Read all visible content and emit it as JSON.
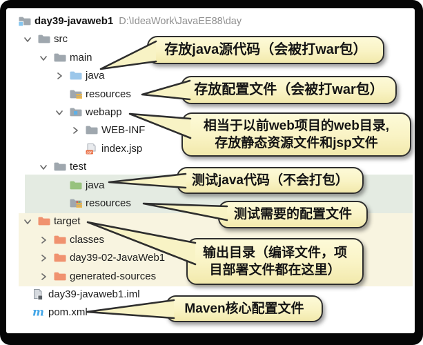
{
  "window": {
    "project_name": "day39-javaweb1",
    "project_path": "D:\\IdeaWork\\JavaEE88\\day"
  },
  "tree": {
    "items": [
      {
        "id": "project-root",
        "label": "day39-javaweb1",
        "path": "D:\\IdeaWork\\JavaEE88\\day",
        "icon": "project-folder-icon",
        "indent": 0,
        "chevron": "none",
        "bold": true,
        "highlight": null
      },
      {
        "id": "src",
        "label": "src",
        "icon": "folder-icon",
        "indent": 1,
        "chevron": "expanded",
        "highlight": null
      },
      {
        "id": "main",
        "label": "main",
        "icon": "folder-icon",
        "indent": 2,
        "chevron": "expanded",
        "highlight": null
      },
      {
        "id": "java-main",
        "label": "java",
        "icon": "sources-folder-icon",
        "indent": 3,
        "chevron": "collapsed",
        "highlight": null
      },
      {
        "id": "resources-main",
        "label": "resources",
        "icon": "resources-folder-icon",
        "indent": 3,
        "chevron": "none",
        "highlight": null
      },
      {
        "id": "webapp",
        "label": "webapp",
        "icon": "webapp-folder-icon",
        "indent": 3,
        "chevron": "expanded",
        "highlight": null
      },
      {
        "id": "web-inf",
        "label": "WEB-INF",
        "icon": "folder-icon",
        "indent": 4,
        "chevron": "collapsed",
        "highlight": null
      },
      {
        "id": "index-jsp",
        "label": "index.jsp",
        "icon": "jsp-file-icon",
        "indent": 4,
        "chevron": "none",
        "highlight": null
      },
      {
        "id": "test",
        "label": "test",
        "icon": "folder-icon",
        "indent": 2,
        "chevron": "expanded",
        "highlight": null
      },
      {
        "id": "java-test",
        "label": "java",
        "icon": "test-sources-folder-icon",
        "indent": 3,
        "chevron": "none",
        "highlight": "green"
      },
      {
        "id": "resources-test",
        "label": "resources",
        "icon": "test-resources-folder-icon",
        "indent": 3,
        "chevron": "none",
        "highlight": "green"
      },
      {
        "id": "target",
        "label": "target",
        "icon": "output-folder-icon",
        "indent": 1,
        "chevron": "expanded",
        "highlight": "cream"
      },
      {
        "id": "classes",
        "label": "classes",
        "icon": "output-folder-icon",
        "indent": 2,
        "chevron": "collapsed",
        "highlight": "cream"
      },
      {
        "id": "day39-02-javaweb1",
        "label": "day39-02-JavaWeb1",
        "icon": "output-folder-icon",
        "indent": 2,
        "chevron": "collapsed",
        "highlight": "cream"
      },
      {
        "id": "generated-sources",
        "label": "generated-sources",
        "icon": "output-folder-icon",
        "indent": 2,
        "chevron": "collapsed",
        "highlight": "cream"
      },
      {
        "id": "iml-file",
        "label": "day39-javaweb1.iml",
        "icon": "iml-file-icon",
        "indent": 1,
        "chevron": "none",
        "highlight": null
      },
      {
        "id": "pom-xml",
        "label": "pom.xml",
        "icon": "maven-file-icon",
        "indent": 1,
        "chevron": "none",
        "highlight": null
      }
    ]
  },
  "callouts": [
    {
      "id": "java-sources-note",
      "lines": [
        "存放java源代码（会被打war包）"
      ]
    },
    {
      "id": "resources-note",
      "lines": [
        "存放配置文件（会被打war包）"
      ]
    },
    {
      "id": "webapp-note",
      "lines": [
        "相当于以前web项目的web目录,",
        "存放静态资源文件和jsp文件"
      ]
    },
    {
      "id": "test-java-note",
      "lines": [
        "测试java代码（不会打包）"
      ]
    },
    {
      "id": "test-resources-note",
      "lines": [
        "测试需要的配置文件"
      ]
    },
    {
      "id": "target-note",
      "lines": [
        "输出目录（编译文件，项",
        "目部署文件都在这里）"
      ]
    },
    {
      "id": "pom-note",
      "lines": [
        "Maven核心配置文件"
      ]
    }
  ],
  "colors": {
    "bubble_fill": "#f8f3c5",
    "bubble_border": "#2e2e2e",
    "test_highlight": "#e4ebe2",
    "target_highlight": "#f8f4e0",
    "folder_gray": "#9fa7ae",
    "folder_blue": "#9cc7ea",
    "folder_green": "#97c27d",
    "folder_orange": "#f0926f",
    "maven_blue": "#43a6e8",
    "jsp_badge_orange": "#e8683c",
    "resource_lines_gold": "#f2b63c"
  }
}
